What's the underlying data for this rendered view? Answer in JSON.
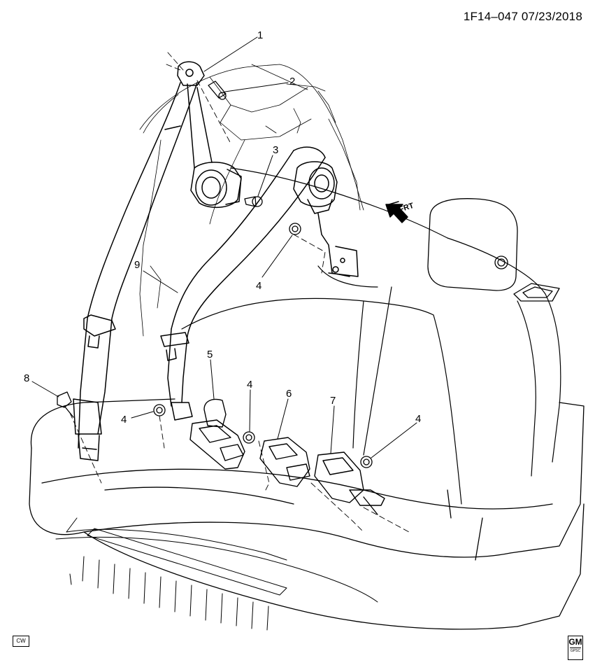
{
  "header": {
    "diagram_code": "1F14–047  07/23/2018"
  },
  "callouts": [
    "1",
    "2",
    "3",
    "4",
    "4",
    "5",
    "4",
    "6",
    "7",
    "4",
    "8",
    "9"
  ],
  "direction_arrow": {
    "label": "FRT"
  },
  "footer": {
    "cw_badge": "CW",
    "logo_text": "GM",
    "logo_subtext": "GPSC"
  }
}
